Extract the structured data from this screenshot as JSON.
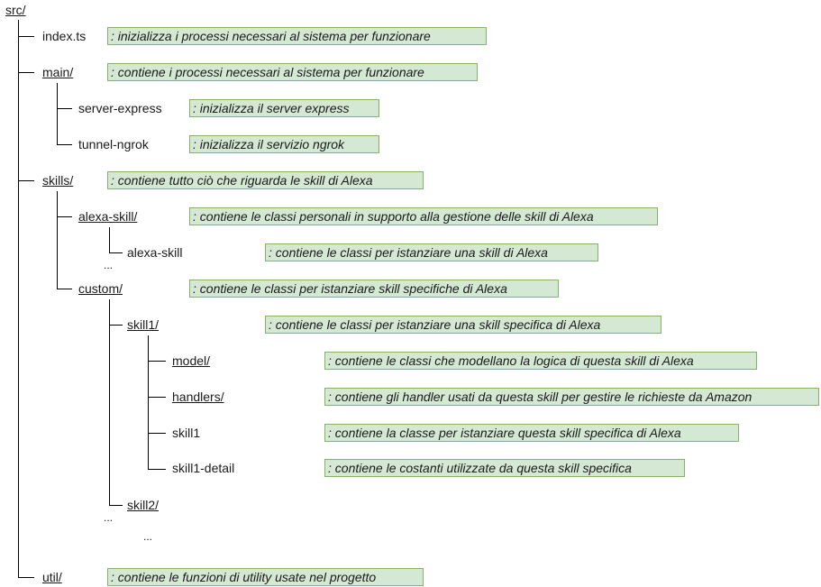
{
  "tree": {
    "root": "src/",
    "nodes": [
      {
        "id": "index-ts",
        "label": "index.ts",
        "note": ": inizializza i processi necessari al sistema per funzionare"
      },
      {
        "id": "main",
        "label": "main/",
        "note": ": contiene i processi necessari al sistema per funzionare"
      },
      {
        "id": "server-express",
        "label": "server-express",
        "note": ": inizializza il server express"
      },
      {
        "id": "tunnel-ngrok",
        "label": "tunnel-ngrok",
        "note": ": inizializza il servizio ngrok"
      },
      {
        "id": "skills",
        "label": "skills/",
        "note": ": contiene tutto ciò che riguarda le skill di Alexa"
      },
      {
        "id": "alexa-skill-dir",
        "label": "alexa-skill/",
        "note": ": contiene le classi personali in supporto alla gestione delle skill di Alexa"
      },
      {
        "id": "alexa-skill-file",
        "label": "alexa-skill",
        "note": ": contiene le classi per istanziare una skill di Alexa"
      },
      {
        "id": "custom",
        "label": "custom/",
        "note": ": contiene le classi per istanziare skill specifiche di Alexa"
      },
      {
        "id": "skill1-dir",
        "label": "skill1/",
        "note": ": contiene le classi per istanziare una skill specifica di Alexa"
      },
      {
        "id": "model",
        "label": "model/",
        "note": ": contiene le classi che modellano la logica di questa skill di Alexa"
      },
      {
        "id": "handlers",
        "label": "handlers/",
        "note": ": contiene gli handler usati da questa skill per gestire le richieste da Amazon"
      },
      {
        "id": "skill1-file",
        "label": "skill1",
        "note": ": contiene la classe per istanziare questa skill specifica di Alexa"
      },
      {
        "id": "skill1-detail",
        "label": "skill1-detail",
        "note": ": contiene le costanti utilizzate da questa skill specifica"
      },
      {
        "id": "skill2",
        "label": "skill2/",
        "note": ""
      },
      {
        "id": "util",
        "label": "util/",
        "note": ": contiene le funzioni di utility usate nel progetto"
      }
    ],
    "ellipsis": "..."
  },
  "colors": {
    "note_fill": "#d5e8d4",
    "note_border": "#82b366",
    "line": "#000000",
    "text": "#1a1a1a"
  }
}
